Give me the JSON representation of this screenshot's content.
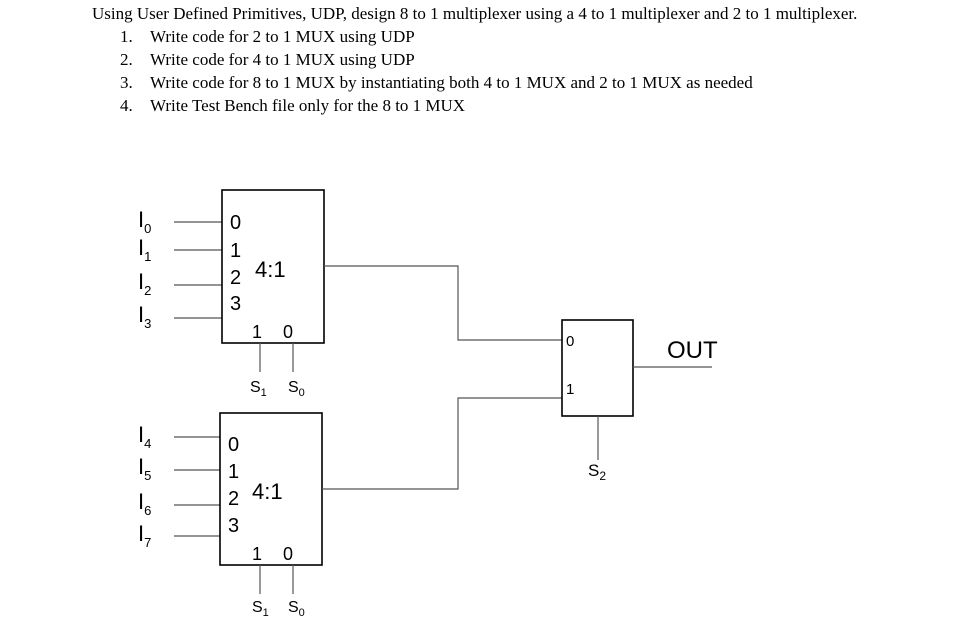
{
  "question": {
    "intro": "Using User Defined Primitives, UDP, design 8 to 1 multiplexer using a 4 to 1 multiplexer and 2 to 1 multiplexer.",
    "tasks": [
      {
        "num": "1.",
        "text": "Write code for 2 to 1 MUX using UDP"
      },
      {
        "num": "2.",
        "text": "Write code for 4 to 1 MUX using UDP"
      },
      {
        "num": "3.",
        "text": "Write code for 8 to 1 MUX by instantiating both 4 to 1 MUX and 2 to 1 MUX as needed"
      },
      {
        "num": "4.",
        "text": "Write Test Bench file only for the 8 to 1 MUX"
      }
    ]
  },
  "diagram": {
    "mux_top": {
      "label": "4:1",
      "ports": [
        "0",
        "1",
        "2",
        "3"
      ],
      "select_ports": [
        "1",
        "0"
      ],
      "inputs": [
        {
          "base": "I",
          "sub": "0"
        },
        {
          "base": "I",
          "sub": "1"
        },
        {
          "base": "I",
          "sub": "2"
        },
        {
          "base": "I",
          "sub": "3"
        }
      ],
      "selects": [
        {
          "base": "S",
          "sub": "1"
        },
        {
          "base": "S",
          "sub": "0"
        }
      ]
    },
    "mux_bottom": {
      "label": "4:1",
      "ports": [
        "0",
        "1",
        "2",
        "3"
      ],
      "select_ports": [
        "1",
        "0"
      ],
      "inputs": [
        {
          "base": "I",
          "sub": "4"
        },
        {
          "base": "I",
          "sub": "5"
        },
        {
          "base": "I",
          "sub": "6"
        },
        {
          "base": "I",
          "sub": "7"
        }
      ],
      "selects": [
        {
          "base": "S",
          "sub": "1"
        },
        {
          "base": "S",
          "sub": "0"
        }
      ]
    },
    "mux_final": {
      "ports": [
        "0",
        "1"
      ],
      "select": {
        "base": "S",
        "sub": "2"
      },
      "output": "OUT"
    }
  }
}
